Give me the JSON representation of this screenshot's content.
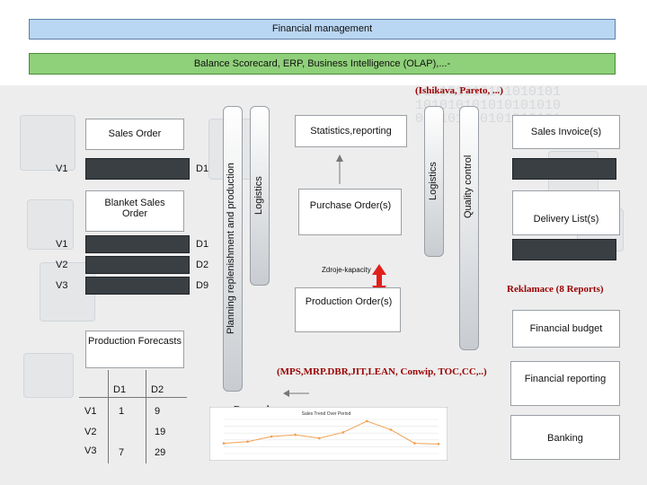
{
  "header": {
    "title": "Financial management",
    "subtitle": "Balance Scorecard, ERP, Business Intelligence (OLAP),...-"
  },
  "tools_top": "(Ishikava, Pareto, ...)",
  "tools_bottom": "(MPS,MRP.DBR,JIT,LEAN, Conwip, TOC,CC,..)",
  "left": {
    "sales_order": "Sales Order",
    "sales_rows": [
      {
        "v": "V1",
        "d": "D1"
      }
    ],
    "blanket_title": "Blanket Sales Order",
    "blanket_rows": [
      {
        "v": "V1",
        "d": "D1"
      },
      {
        "v": "V2",
        "d": "D2"
      },
      {
        "v": "V3",
        "d": "D9"
      }
    ],
    "forecasts_title": "Production Forecasts",
    "matrix": {
      "cols": [
        "D1",
        "D2"
      ],
      "rows": [
        {
          "v": "V1",
          "a": "1",
          "b": "9"
        },
        {
          "v": "V2",
          "a": "",
          "b": "19"
        },
        {
          "v": "V3",
          "a": "7",
          "b": "29"
        }
      ]
    }
  },
  "vertical_bars": {
    "planning": "Planning replenishment and production",
    "logistics_left": "Logistics",
    "logistics_right": "Logistics",
    "quality": "Quality control"
  },
  "center": {
    "statistics": "Statistics,reporting",
    "purchase": "Purchase Order(s)",
    "capacity": "Zdroje-kapacity",
    "production": "Production Order(s)",
    "demand_label": "Demand curves",
    "chart_title": "Sales Trend Over Period"
  },
  "right": {
    "sales_invoice": "Sales Invoice(s)",
    "delivery": "Delivery List(s)",
    "reklamace": "Reklamace (8 Reports)",
    "budget": "Financial budget",
    "fin_reporting": "Financial reporting",
    "banking": "Banking"
  },
  "colors": {
    "title_bar": "#b9d6f2",
    "scorecard_bar": "#8fd07a",
    "annotation_red": "#9b0000",
    "capacity_arrow": "#e0201b",
    "chart_line": "#f0a050"
  },
  "chart_data": {
    "type": "line",
    "title": "Sales Trend Over Period",
    "x": [
      "1",
      "2",
      "3",
      "4",
      "5",
      "6",
      "7",
      "8",
      "9",
      "10"
    ],
    "series": [
      {
        "values": [
          0.3,
          0.35,
          0.5,
          0.55,
          0.45,
          0.62,
          0.95,
          0.7,
          0.3,
          0.28
        ]
      }
    ],
    "ylim": [
      0,
      1
    ],
    "grid": true
  }
}
